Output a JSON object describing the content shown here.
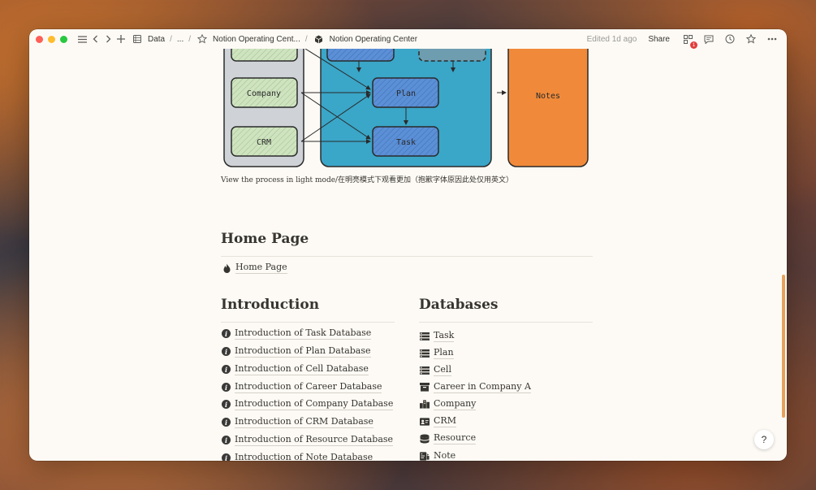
{
  "titlebar": {
    "breadcrumbs": [
      "Data",
      "...",
      "Notion Operating Cent...",
      "Notion Operating Center"
    ],
    "separator": "/",
    "edited": "Edited 1d ago",
    "share": "Share",
    "notification_count": "1"
  },
  "diagram": {
    "nodes": {
      "company": "Company",
      "crm": "CRM",
      "plan": "Plan",
      "task": "Task",
      "notes": "Notes"
    },
    "colors": {
      "green_fill": "#cfe3c0",
      "blue_panel": "#3aa6c8",
      "blue_node": "#5b8fd6",
      "orange": "#f08a3a",
      "gray_panel": "#cfd3d8"
    }
  },
  "caption": "View the process in light mode/在明亮模式下观看更加（抱歉字体原因此处仅用英文）",
  "home": {
    "heading": "Home Page",
    "link": "Home Page"
  },
  "introduction": {
    "heading": "Introduction",
    "items": [
      "Introduction of Task Database",
      "Introduction of Plan Database",
      "Introduction of Cell Database",
      "Introduction of Career Database",
      "Introduction of Company Database",
      "Introduction of CRM Database",
      "Introduction of Resource Database",
      "Introduction of Note Database"
    ]
  },
  "databases": {
    "heading": "Databases",
    "items": [
      {
        "label": "Task",
        "icon": "database-icon"
      },
      {
        "label": "Plan",
        "icon": "database-icon"
      },
      {
        "label": "Cell",
        "icon": "database-icon"
      },
      {
        "label": "Career in Company A",
        "icon": "archive-icon"
      },
      {
        "label": "Company",
        "icon": "building-icon"
      },
      {
        "label": "CRM",
        "icon": "contact-card-icon"
      },
      {
        "label": "Resource",
        "icon": "stack-icon"
      },
      {
        "label": "Note",
        "icon": "note-icon"
      }
    ]
  },
  "help": "?"
}
